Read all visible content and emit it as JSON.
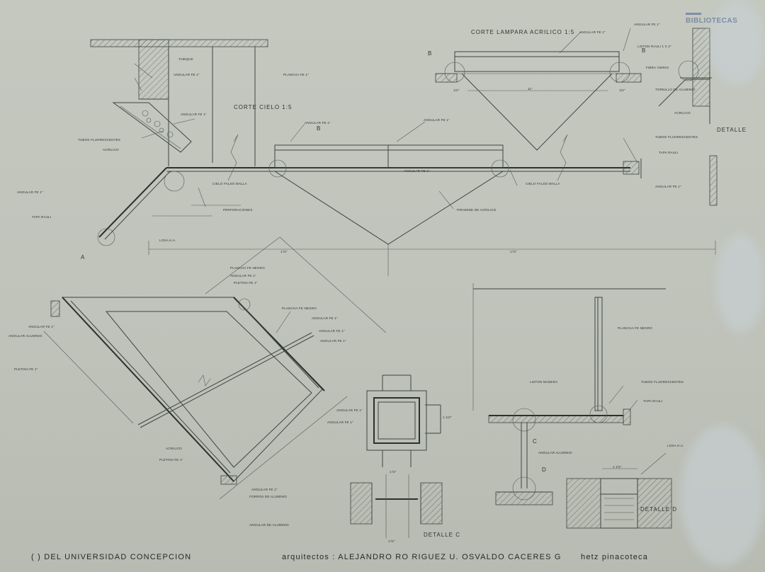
{
  "logo": {
    "text": "BIBLIOTECAS",
    "color": "#7b8ca3"
  },
  "titles": {
    "corte_lampara": "CORTE LAMPARA ACRILICO 1:5",
    "corte_cielo": "CORTE CIELO 1:5",
    "detalle_top": "DETALLE",
    "detalle_c": "DETALLE C",
    "detalle_d": "DETALLE D"
  },
  "markers": {
    "a": "A",
    "b": "B",
    "b2": "B",
    "b3": "B",
    "c": "C",
    "d": "D"
  },
  "notes": {
    "n1": "TABIQUE",
    "n2": "ANGULAR FE 1\"",
    "n3": "PLANCHA FE 1\"",
    "n4": "ANGULAR FE 1\"",
    "n5": "ANGULAR FE 1\"",
    "n6": "LISTON RAULI 1 X 2\"",
    "n7": "FIBRA VIDRIO",
    "n8": "TORNILLO DE ALUMINIO",
    "n9": "ACRILICO",
    "n10": "TUBOS FLUORESCENTES",
    "n11": "ANGULAR FE 1\"",
    "n12": "ANGULAR FE 1\"",
    "n13": "ANGULAR FE 1\"",
    "n14": "ANGULAR FE 1\"",
    "n15": "TUBOS FLUORESCENTES",
    "n16": "ACRILICO",
    "n17": "ANGULAR FE 1\"",
    "n18": "TAPA RAULI",
    "n19": "ANGULAR FE 1\"",
    "n20": "PIRAMIDE DE ACRILICO",
    "n21": "ANGULAR FE 1\"",
    "n22": "ANGULAR FE 1\"",
    "n23": "PLETINA FE 1\"",
    "n24": "PLANCHA FE NEGRO",
    "n25": "ANGULAR FE 1\"",
    "n26": "ANGULAR FE 1\"",
    "n27": "ANGULAR FE 1\"",
    "n28": "ANGULAR ALUMINIO",
    "n29": "PLETINA FE 1\"",
    "n30": "ACRILICO",
    "n31": "ANGULAR FE 1\"",
    "n32": "FORROS DE ALUMINIO",
    "n33": "ANGULAR DE ALUMINIO",
    "n34": "PLANCHA FE NEGRO",
    "n35": "TUBOS FLUORESCENTES",
    "n36": "LISTON MADERA",
    "n37": "TAPA RAULI",
    "n38": "LOSA H.A.",
    "n39": "PERFORACIONES",
    "n40": "CIELO FALSO MALLA",
    "n41": "PLETINA FE 1\""
  },
  "dims": {
    "d1": "1'/4\"",
    "d2": "11\"",
    "d3": "1'/4\"",
    "d4": "1/2\"",
    "d5": "1'/4\"",
    "d6": "1'/4\"",
    "d7": "1 1/2\"",
    "d8": "1 1/2\""
  },
  "bottom": {
    "left": "( ) DEL UNIVERSIDAD CONCEPCION",
    "architects": "arquitectos : ALEJANDRO RO RIGUEZ U.  OSVALDO CACERES G",
    "right": "hetz  pinacoteca"
  }
}
